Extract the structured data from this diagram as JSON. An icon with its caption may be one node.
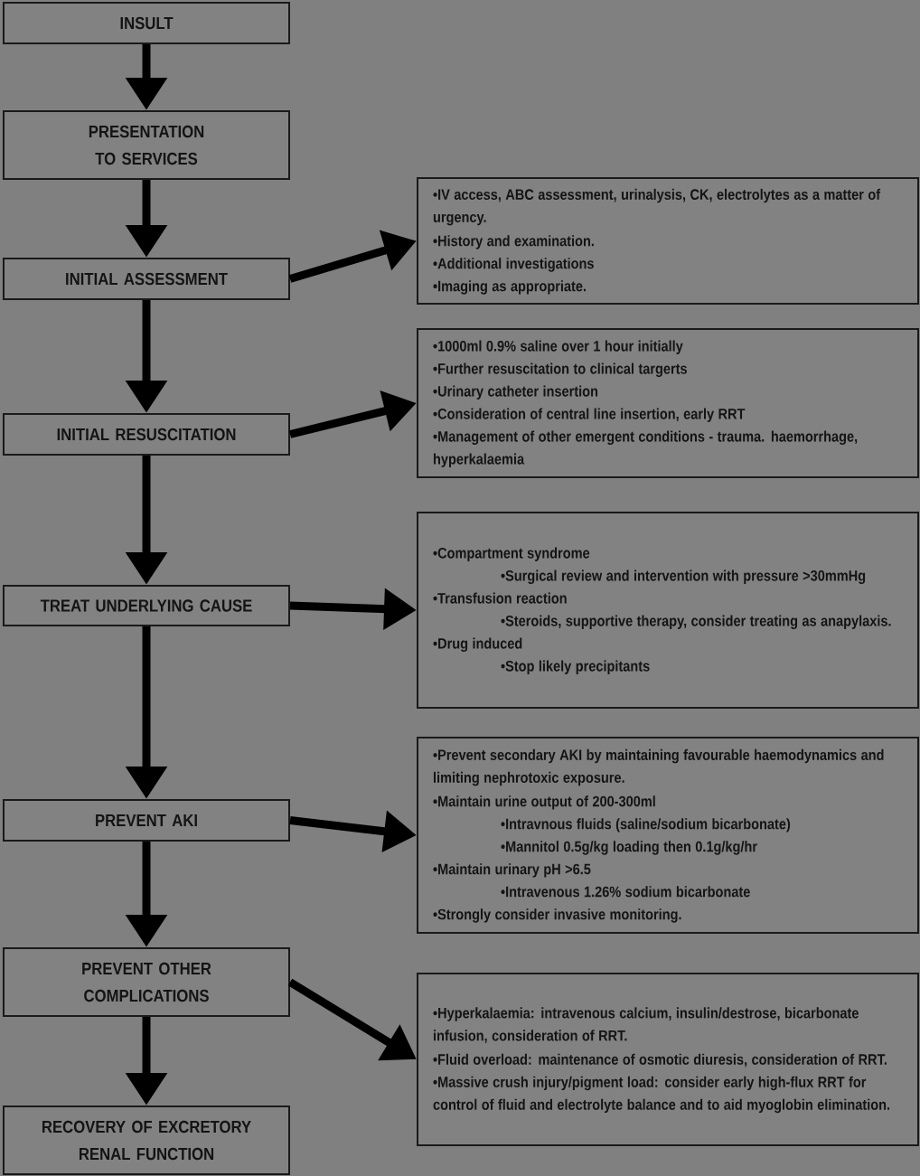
{
  "diagram": {
    "nodes": [
      {
        "text": [
          "INSULT"
        ]
      },
      {
        "text": [
          "PRESENTATION TO SERVICES"
        ]
      },
      {
        "text": [
          "INITIAL ASSESSMENT"
        ]
      },
      {
        "text": [
          "INITIAL RESUSCITATION"
        ]
      },
      {
        "text": [
          "TREAT UNDERLYING CAUSE"
        ]
      },
      {
        "text": [
          "PREVENT AKI"
        ]
      },
      {
        "text": [
          "PREVENT OTHER COMPLICATIONS"
        ]
      },
      {
        "text": [
          "RECOVERY OF EXCRETORY RENAL FUNCTION"
        ]
      },
      {
        "text": [
          "•IV access, ABC assessment, urinalysis, CK, electrolytes as a matter of urgency.",
          "•History and examination.",
          "•Additional investigations",
          "•Imaging as appropriate."
        ]
      },
      {
        "text": [
          "•1000ml 0.9% saline over 1 hour initially",
          "•Further resuscitation to clinical targerts",
          "•Urinary catheter insertion",
          "•Consideration of central line insertion, early RRT",
          "•Management of other emergent conditions - trauma. haemorrhage, hyperkalaemia"
        ]
      },
      {
        "text": [
          "•Compartment syndrome",
          "•Surgical review and intervention with pressure >30mmHg",
          "•Transfusion reaction",
          "•Steroids, supportive therapy, consider treating as anapylaxis.",
          "•Drug induced",
          "•Stop likely precipitants"
        ]
      },
      {
        "text": [
          "•Prevent secondary AKI by maintaining favourable haemodynamics and limiting nephrotoxic exposure.",
          "•Maintain urine output of 200-300ml",
          "•Intravnous fluids (saline/sodium bicarbonate)",
          "•Mannitol 0.5g/kg loading then 0.1g/kg/hr",
          "•Maintain urinary pH >6.5",
          "•Intravenous 1.26% sodium bicarbonate",
          "•Strongly consider invasive monitoring."
        ]
      },
      {
        "text": [
          "•Hyperkalaemia: intravenous calcium, insulin/destrose, bicarbonate infusion, consideration of RRT.",
          "•Fluid overload: maintenance of osmotic diuresis, consideration of RRT.",
          "•Massive crush injury/pigment load: consider early high-flux RRT for control of fluid and electrolyte balance and to aid myoglobin elimination."
        ]
      }
    ],
    "edges": [
      {
        "from": 0,
        "to": 1,
        "arrow": "to"
      },
      {
        "from": 1,
        "to": 2,
        "arrow": "to"
      },
      {
        "from": 2,
        "to": 3,
        "arrow": "to"
      },
      {
        "from": 3,
        "to": 4,
        "arrow": "to"
      },
      {
        "from": 4,
        "to": 5,
        "arrow": "to"
      },
      {
        "from": 5,
        "to": 6,
        "arrow": "to"
      },
      {
        "from": 6,
        "to": 7,
        "arrow": "to"
      },
      {
        "from": 2,
        "to": 8,
        "arrow": "to"
      },
      {
        "from": 3,
        "to": 9,
        "arrow": "to"
      },
      {
        "from": 4,
        "to": 10,
        "arrow": "to"
      },
      {
        "from": 5,
        "to": 11,
        "arrow": "to"
      },
      {
        "from": 6,
        "to": 12,
        "arrow": "to"
      }
    ]
  }
}
